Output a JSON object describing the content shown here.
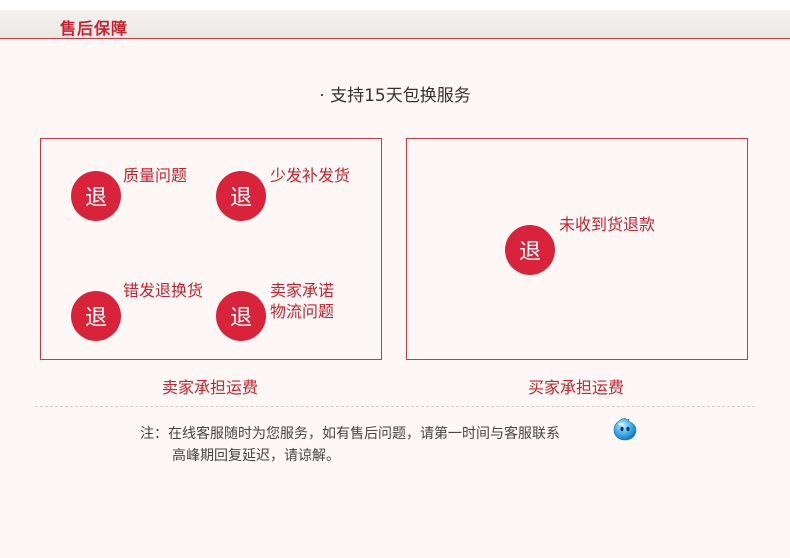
{
  "header": {
    "title": "售后保障"
  },
  "subtitle": "· 支持15天包换服务",
  "seller_box": {
    "items": [
      {
        "badge": "退",
        "label": "质量问题"
      },
      {
        "badge": "退",
        "label": "少发补发货"
      },
      {
        "badge": "退",
        "label": "错发退换货"
      },
      {
        "badge": "退",
        "label_line1": "卖家承诺",
        "label_line2": "物流问题"
      }
    ],
    "caption": "卖家承担运费"
  },
  "buyer_box": {
    "items": [
      {
        "badge": "退",
        "label": "未收到货退款"
      }
    ],
    "caption": "买家承担运费"
  },
  "note": {
    "line1": "注：在线客服随时为您服务，如有售后问题，请第一时间与客服联系",
    "line2": "高峰期回复延迟，请谅解。",
    "icon": "chat-bubble-icon"
  },
  "colors": {
    "accent": "#d8233a",
    "text_red": "#c8222e",
    "background": "#fdf8f6"
  }
}
